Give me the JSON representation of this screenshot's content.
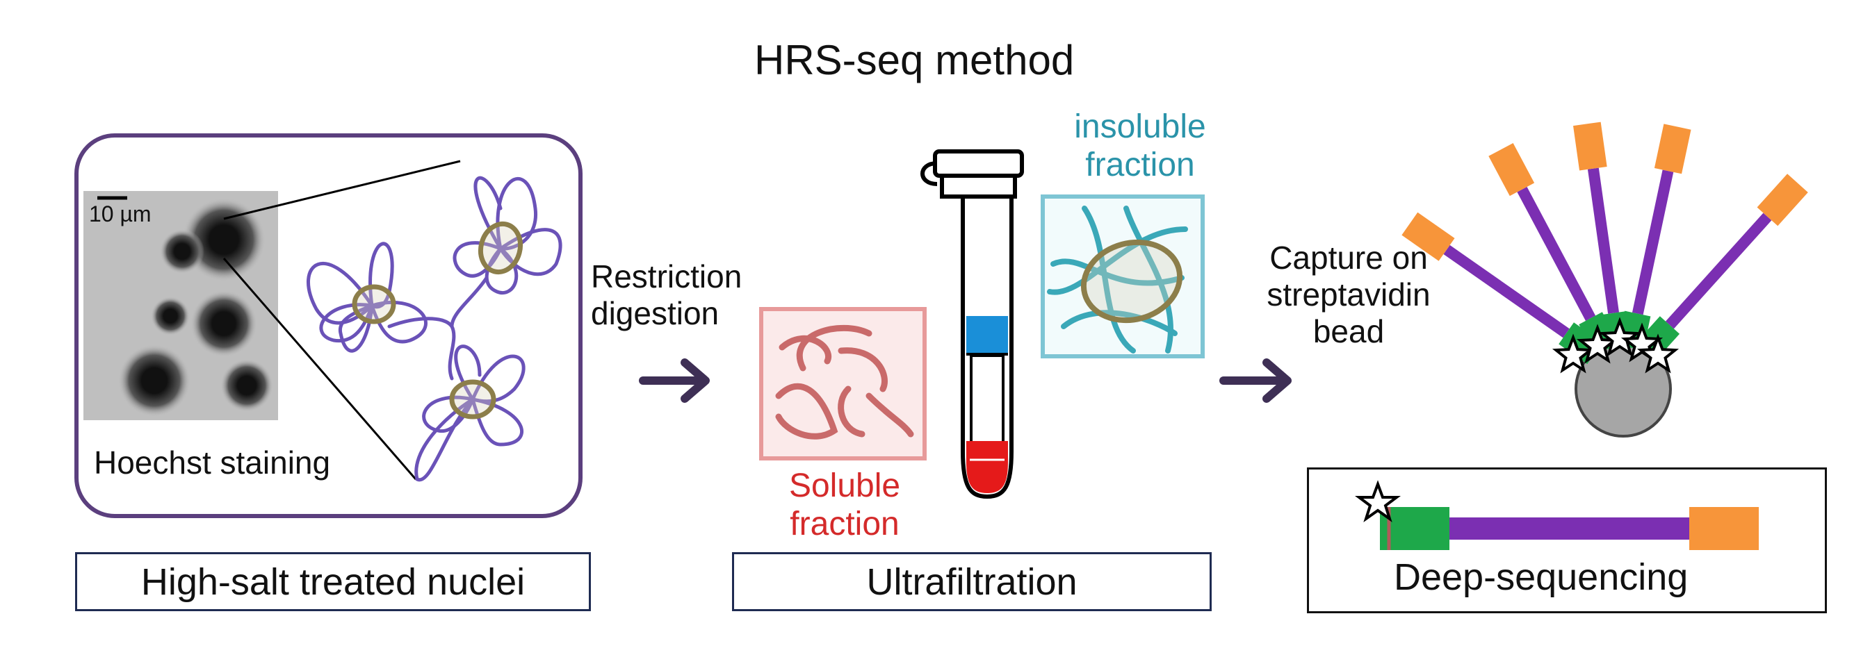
{
  "title": "HRS-seq method",
  "panel_nuclei": {
    "scale_bar": "10 µm",
    "caption": "Hoechst staining",
    "label": "High-salt treated nuclei"
  },
  "step_digestion": {
    "line1": "Restriction",
    "line2": "digestion"
  },
  "panel_ultrafiltration": {
    "insoluble_line1": "insoluble",
    "insoluble_line2": "fraction",
    "soluble_line1": "Soluble",
    "soluble_line2": "fraction",
    "label": "Ultrafiltration"
  },
  "panel_capture": {
    "line1": "Capture on",
    "line2": "streptavidin",
    "line3": "bead",
    "label": "Deep-sequencing"
  },
  "colors": {
    "purple_frame": "#5b3f7e",
    "dna_loop": "#6a52b8",
    "nucleus_ring": "#8c7e4a",
    "arrow": "#3e2f55",
    "insoluble": "#2a93a9",
    "soluble": "#d42a2a",
    "insoluble_box": "#7ec5d4",
    "soluble_box": "#e79a9a",
    "adapter_green": "#1ea84a",
    "insert_purple": "#7b2fb2",
    "adapter_orange": "#f7953a",
    "bead_gray": "#a6a6a6",
    "tube_blue": "#1a8fd8",
    "tube_red": "#e51a1a"
  }
}
